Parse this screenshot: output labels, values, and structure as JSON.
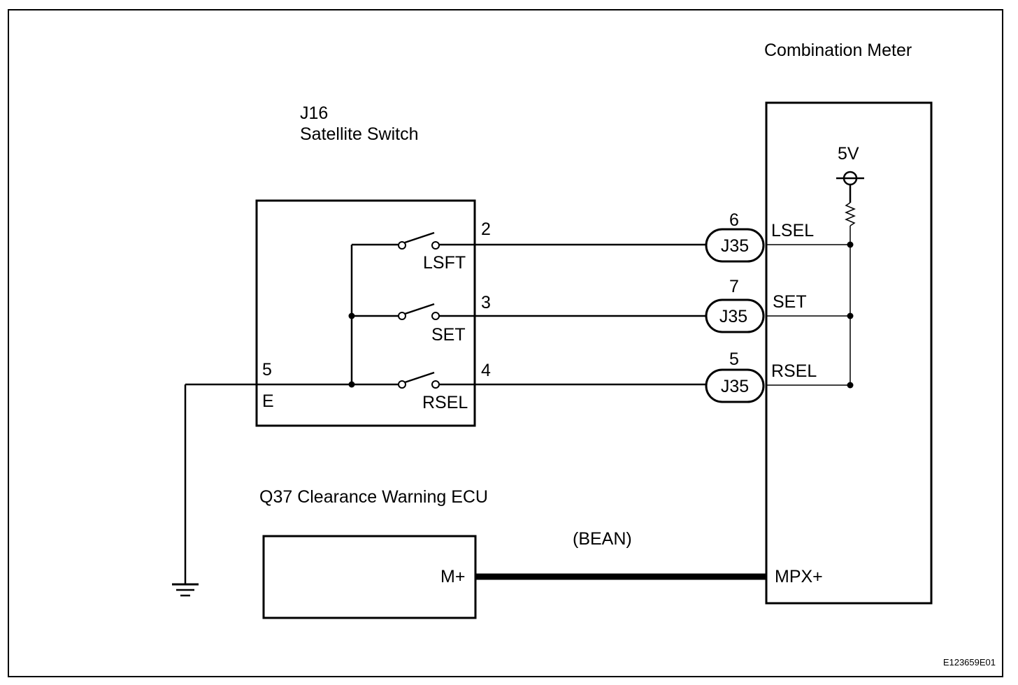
{
  "combination_meter": {
    "title": "Combination Meter",
    "supply_label": "5V",
    "pins": [
      {
        "name": "LSEL",
        "connector": "J35",
        "pin": "6"
      },
      {
        "name": "SET",
        "connector": "J35",
        "pin": "7"
      },
      {
        "name": "RSEL",
        "connector": "J35",
        "pin": "5"
      }
    ],
    "mpx_label": "MPX+"
  },
  "satellite_switch": {
    "id": "J16",
    "name": "Satellite Switch",
    "ground_pin": "5",
    "ground_label": "E",
    "switches": [
      {
        "label": "LSFT",
        "pin": "2"
      },
      {
        "label": "SET",
        "pin": "3"
      },
      {
        "label": "RSEL",
        "pin": "4"
      }
    ]
  },
  "clearance_ecu": {
    "title": "Q37 Clearance Warning ECU",
    "pin_label": "M+"
  },
  "bus_label": "(BEAN)",
  "figure_code": "E123659E01"
}
